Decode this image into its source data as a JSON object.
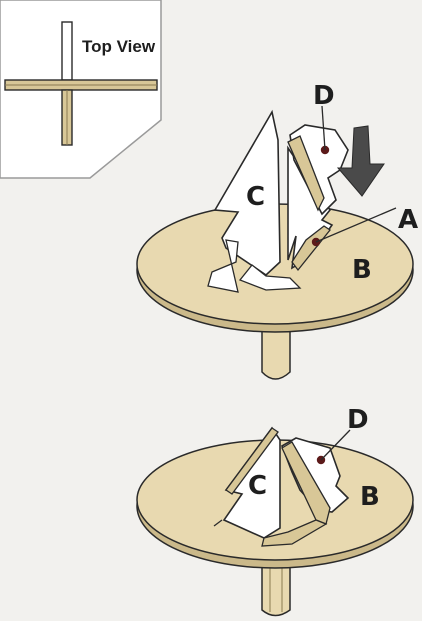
{
  "inset": {
    "title": "Top View"
  },
  "figure_top": {
    "labels": {
      "piece_c": "C",
      "piece_d": "D",
      "piece_a": "A",
      "piece_b": "B"
    },
    "arrow": "down-arrow"
  },
  "figure_bottom": {
    "labels": {
      "piece_c": "C",
      "piece_d": "D",
      "piece_b": "B"
    }
  },
  "colors": {
    "disk_fill": "#e8d9b0",
    "disk_rim": "#cbb98a",
    "stroke": "#2a2a2a",
    "panel_fill": "#ffffff",
    "panel_edge": "#c8b98c",
    "arrow_fill": "#4a4a4a",
    "dot_fill": "#5c1a1a",
    "background": "#f2f1ee"
  }
}
